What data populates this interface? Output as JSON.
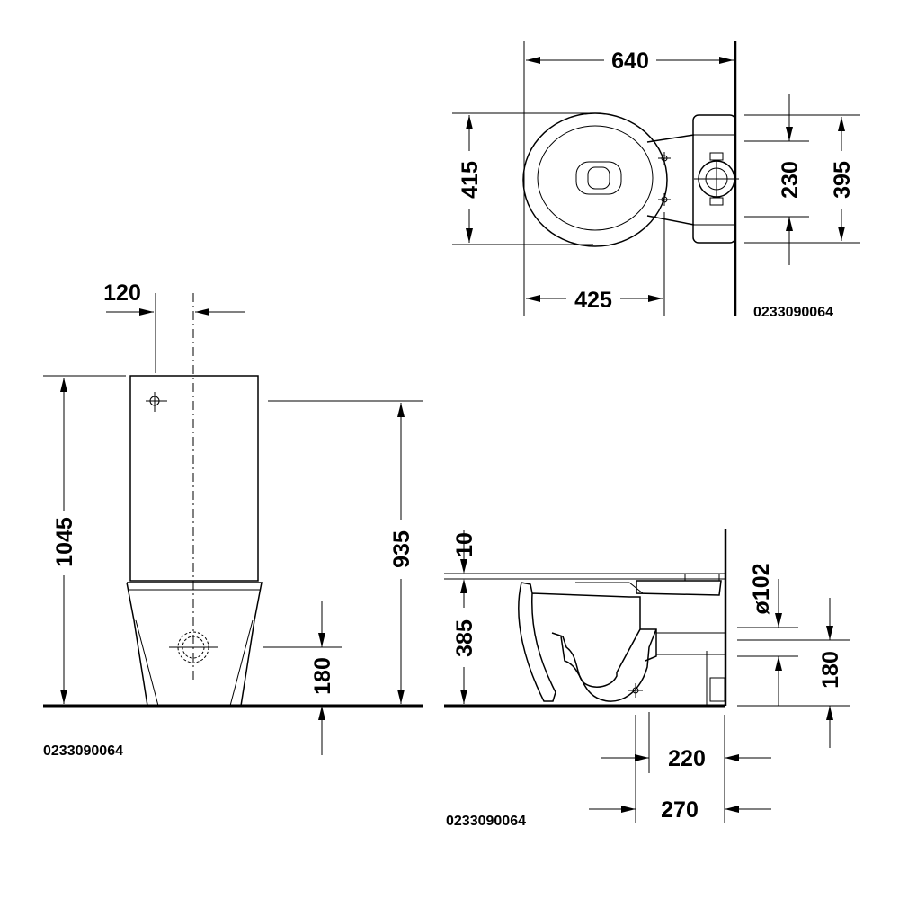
{
  "top_view": {
    "dim_width": "640",
    "dim_depth": "415",
    "dim_tank_width": "230",
    "dim_tank_depth": "395",
    "dim_outlet": "425",
    "article_code": "0233090064"
  },
  "front_view": {
    "dim_offset": "120",
    "dim_total_height": "1045",
    "dim_seat_height": "935",
    "dim_drain_height": "180",
    "article_code": "0233090064"
  },
  "side_view": {
    "dim_rim": "10",
    "dim_bowl_height": "385",
    "dim_pipe_diameter": "ø102",
    "dim_drain_height": "180",
    "dim_wall_220": "220",
    "dim_wall_270": "270",
    "article_code": "0233090064"
  }
}
